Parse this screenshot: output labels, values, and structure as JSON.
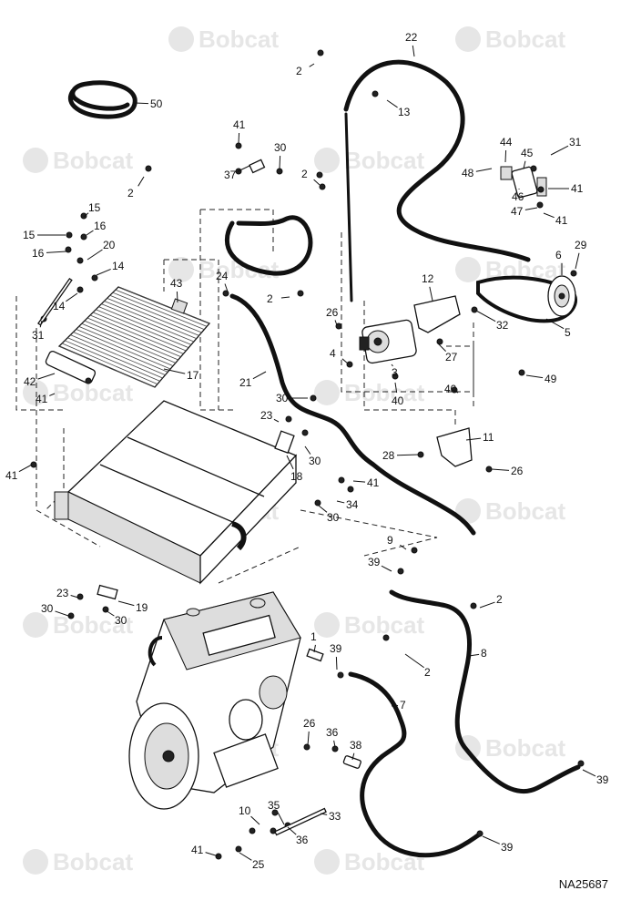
{
  "watermark": {
    "text": "Bobcat",
    "color": "#e6e6e6"
  },
  "doc_id": "NA25687",
  "callouts": [
    {
      "id": "c22",
      "text": "22"
    },
    {
      "id": "c2a",
      "text": "2"
    },
    {
      "id": "c50",
      "text": "50"
    },
    {
      "id": "c13",
      "text": "13"
    },
    {
      "id": "c41a",
      "text": "41"
    },
    {
      "id": "c30a",
      "text": "30"
    },
    {
      "id": "c37",
      "text": "37"
    },
    {
      "id": "c2b",
      "text": "2"
    },
    {
      "id": "c2c",
      "text": "2"
    },
    {
      "id": "c44",
      "text": "44"
    },
    {
      "id": "c45",
      "text": "45"
    },
    {
      "id": "c31a",
      "text": "31"
    },
    {
      "id": "c48",
      "text": "48"
    },
    {
      "id": "c46",
      "text": "46"
    },
    {
      "id": "c41b",
      "text": "41"
    },
    {
      "id": "c47",
      "text": "47"
    },
    {
      "id": "c41c",
      "text": "41"
    },
    {
      "id": "c15a",
      "text": "15"
    },
    {
      "id": "c15b",
      "text": "15"
    },
    {
      "id": "c16a",
      "text": "16"
    },
    {
      "id": "c16b",
      "text": "16"
    },
    {
      "id": "c20",
      "text": "20"
    },
    {
      "id": "c14a",
      "text": "14"
    },
    {
      "id": "c14b",
      "text": "14"
    },
    {
      "id": "c6",
      "text": "6"
    },
    {
      "id": "c29",
      "text": "29"
    },
    {
      "id": "c24",
      "text": "24"
    },
    {
      "id": "c43",
      "text": "43"
    },
    {
      "id": "c2d",
      "text": "2"
    },
    {
      "id": "c12",
      "text": "12"
    },
    {
      "id": "c26a",
      "text": "26"
    },
    {
      "id": "c32",
      "text": "32"
    },
    {
      "id": "c5",
      "text": "5"
    },
    {
      "id": "c31b",
      "text": "31"
    },
    {
      "id": "c4",
      "text": "4"
    },
    {
      "id": "c27",
      "text": "27"
    },
    {
      "id": "c3",
      "text": "3"
    },
    {
      "id": "c42",
      "text": "42"
    },
    {
      "id": "c17",
      "text": "17"
    },
    {
      "id": "c21",
      "text": "21"
    },
    {
      "id": "c49",
      "text": "49"
    },
    {
      "id": "c40a",
      "text": "40"
    },
    {
      "id": "c40b",
      "text": "40"
    },
    {
      "id": "c41d",
      "text": "41"
    },
    {
      "id": "c30b",
      "text": "30"
    },
    {
      "id": "c23a",
      "text": "23"
    },
    {
      "id": "c11",
      "text": "11"
    },
    {
      "id": "c28",
      "text": "28"
    },
    {
      "id": "c30c",
      "text": "30"
    },
    {
      "id": "c18",
      "text": "18"
    },
    {
      "id": "c26b",
      "text": "26"
    },
    {
      "id": "c41e",
      "text": "41"
    },
    {
      "id": "c41f",
      "text": "41"
    },
    {
      "id": "c34",
      "text": "34"
    },
    {
      "id": "c30d",
      "text": "30"
    },
    {
      "id": "c9",
      "text": "9"
    },
    {
      "id": "c39a",
      "text": "39"
    },
    {
      "id": "c2e",
      "text": "2"
    },
    {
      "id": "c23b",
      "text": "23"
    },
    {
      "id": "c19",
      "text": "19"
    },
    {
      "id": "c30e",
      "text": "30"
    },
    {
      "id": "c30f",
      "text": "30"
    },
    {
      "id": "c1",
      "text": "1"
    },
    {
      "id": "c39b",
      "text": "39"
    },
    {
      "id": "c8",
      "text": "8"
    },
    {
      "id": "c2f",
      "text": "2"
    },
    {
      "id": "c7",
      "text": "7"
    },
    {
      "id": "c26c",
      "text": "26"
    },
    {
      "id": "c36a",
      "text": "36"
    },
    {
      "id": "c38",
      "text": "38"
    },
    {
      "id": "c39c",
      "text": "39"
    },
    {
      "id": "c10",
      "text": "10"
    },
    {
      "id": "c35",
      "text": "35"
    },
    {
      "id": "c33",
      "text": "33"
    },
    {
      "id": "c36b",
      "text": "36"
    },
    {
      "id": "c41g",
      "text": "41"
    },
    {
      "id": "c25",
      "text": "25"
    },
    {
      "id": "c39d",
      "text": "39"
    }
  ]
}
